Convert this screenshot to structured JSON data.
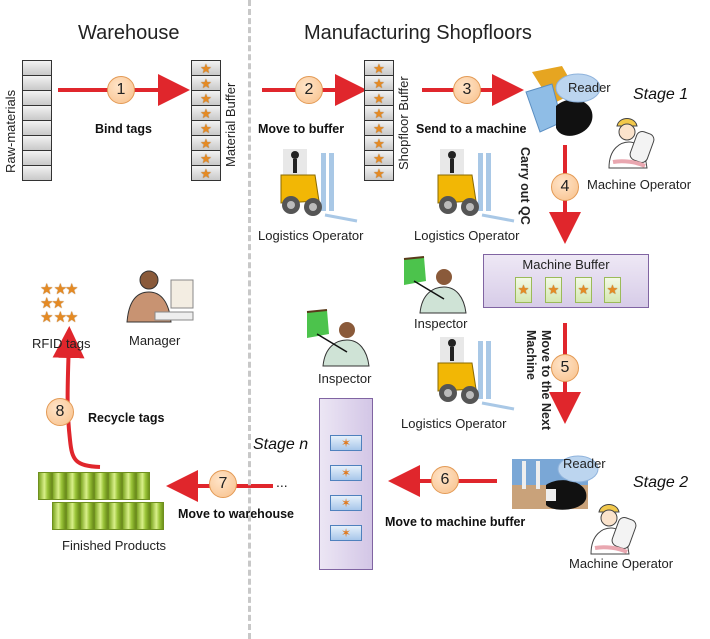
{
  "sections": {
    "warehouse": "Warehouse",
    "shopfloors": "Manufacturing Shopfloors"
  },
  "stacks": {
    "raw_materials": "Raw-materials",
    "material_buffer": "Material Buffer",
    "shopfloor_buffer": "Shopfloor Buffer",
    "machine_buffer": "Machine Buffer",
    "stage_n_buffer_slots": 4,
    "machine_buffer_slots": 4
  },
  "steps": [
    {
      "num": "1",
      "label": "Bind tags"
    },
    {
      "num": "2",
      "label": "Move to buffer"
    },
    {
      "num": "3",
      "label": "Send to a machine"
    },
    {
      "num": "4",
      "label": "Carry out QC"
    },
    {
      "num": "5",
      "label": "Move to the Next  Machine"
    },
    {
      "num": "6",
      "label": "Move to machine buffer"
    },
    {
      "num": "7",
      "label": "Move to warehouse"
    },
    {
      "num": "8",
      "label": "Recycle tags"
    }
  ],
  "actors": {
    "logistics_operator": "Logistics Operator",
    "machine_operator": "Machine Operator",
    "inspector": "Inspector",
    "manager": "Manager",
    "rfid_tags": "RFID tags",
    "finished_products": "Finished Products",
    "reader": "Reader"
  },
  "stages": {
    "stage1": "Stage 1",
    "stage2": "Stage 2",
    "stage_n": "Stage n",
    "ellipsis": "..."
  },
  "colors": {
    "arrow": "#e0262c",
    "step_circle": "#f8c08a",
    "buffer_border": "#8064a2",
    "star": "#e58a23"
  }
}
